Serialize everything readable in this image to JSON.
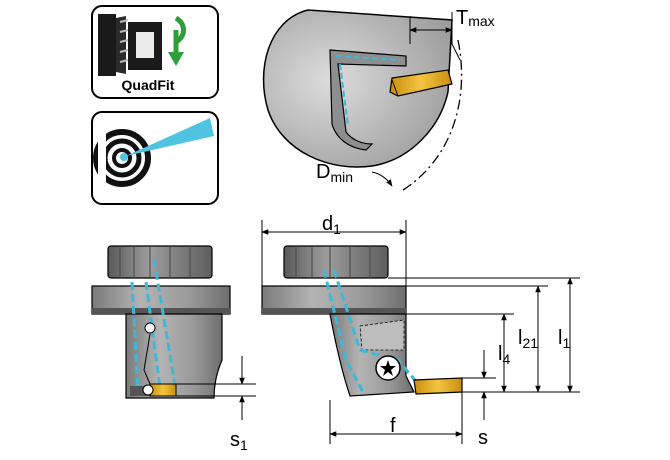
{
  "icons": {
    "quadfit": {
      "label": "QuadFit",
      "icon": "quadfit-clamping-icon",
      "arrow_color": "#2e9e3a"
    },
    "coolant": {
      "icon": "internal-coolant-icon",
      "jet_color": "#4fc3e0"
    }
  },
  "dimensions": {
    "t_max": {
      "main": "T",
      "sub": "max"
    },
    "d_min": {
      "main": "D",
      "sub": "min"
    },
    "d1": {
      "main": "d",
      "sub": "1"
    },
    "l1": {
      "main": "l",
      "sub": "1"
    },
    "l21": {
      "main": "l",
      "sub": "21"
    },
    "l4": {
      "main": "l",
      "sub": "4"
    },
    "s1": {
      "main": "s",
      "sub": "1"
    },
    "s": {
      "main": "s"
    },
    "f": {
      "main": "f"
    }
  },
  "colors": {
    "tool_body": "#9a9a9a",
    "tool_dark": "#4a4a4a",
    "coolant_channel": "#3fb8d8",
    "insert": "#e8b020",
    "workpiece": "#c8c8c8"
  }
}
